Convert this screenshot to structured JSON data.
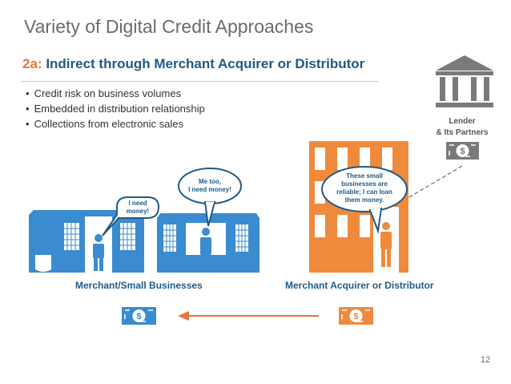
{
  "slide": {
    "title": "Variety of Digital Credit Approaches",
    "subtitle_prefix": "2a:",
    "subtitle_text": "Indirect through Merchant Acquirer or Distributor",
    "bullets": [
      "Credit risk on business volumes",
      "Embedded in distribution relationship",
      "Collections from electronic sales"
    ],
    "page_number": "12"
  },
  "lender": {
    "icon": "bank-building-icon",
    "line1": "Lender",
    "line2": "& Its Partners"
  },
  "merchant": {
    "caption": "Merchant/Small Businesses",
    "bubble1": [
      "I need",
      "money!"
    ],
    "bubble2": [
      "Me too,",
      "I need money!"
    ]
  },
  "acquirer": {
    "caption": "Merchant Acquirer or Distributor",
    "bubble": [
      "These small",
      "businesses are",
      "reliable; I can loan",
      "them money."
    ]
  },
  "colors": {
    "blue": "#3a8bcf",
    "orange": "#ef8a3c",
    "gray": "#7a7a7a",
    "navy": "#1f5a87"
  },
  "icons": [
    "cash-bill-icon",
    "person-icon",
    "arrow-left-icon",
    "dashed-arrow-icon"
  ]
}
